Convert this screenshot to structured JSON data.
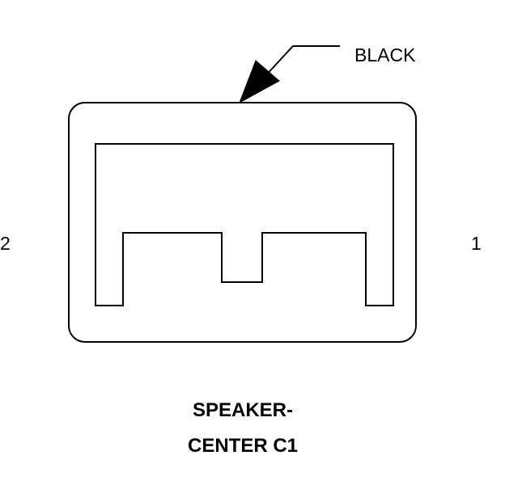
{
  "connector": {
    "color_label": "BLACK",
    "pin_left": "2",
    "pin_right": "1",
    "title_line1": "SPEAKER-",
    "title_line2": "CENTER C1"
  }
}
